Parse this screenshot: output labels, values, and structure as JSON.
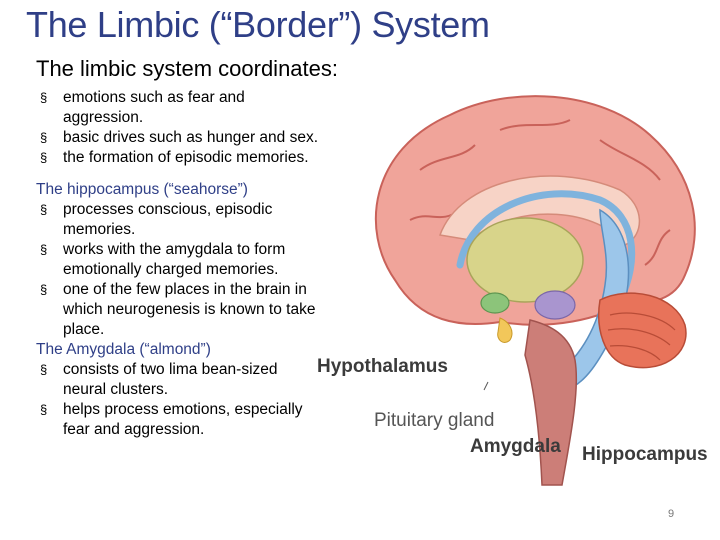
{
  "title": "The Limbic (“Border”) System",
  "subtitle": "The limbic system coordinates:",
  "bullet_marker": "§",
  "section1": {
    "items": [
      "emotions such as fear and aggression.",
      "basic drives such as hunger and sex.",
      "the formation of episodic memories."
    ]
  },
  "section2": {
    "heading": "The hippocampus (“seahorse”)",
    "items": [
      "processes conscious, episodic memories.",
      "works with the amygdala to form emotionally charged memories.",
      "one of the few places in the brain in which neurogenesis is known to take place."
    ]
  },
  "section3": {
    "heading": "The Amygdala (“almond”)",
    "items": [
      "consists of two lima bean-sized neural clusters.",
      "helps process emotions, especially fear and aggression."
    ]
  },
  "figure": {
    "labels": {
      "hypothalamus": "Hypothalamus",
      "pituitary": "Pituitary gland",
      "amygdala": "Amygdala",
      "hippocampus": "Hippocampus"
    }
  },
  "page_number": "9"
}
